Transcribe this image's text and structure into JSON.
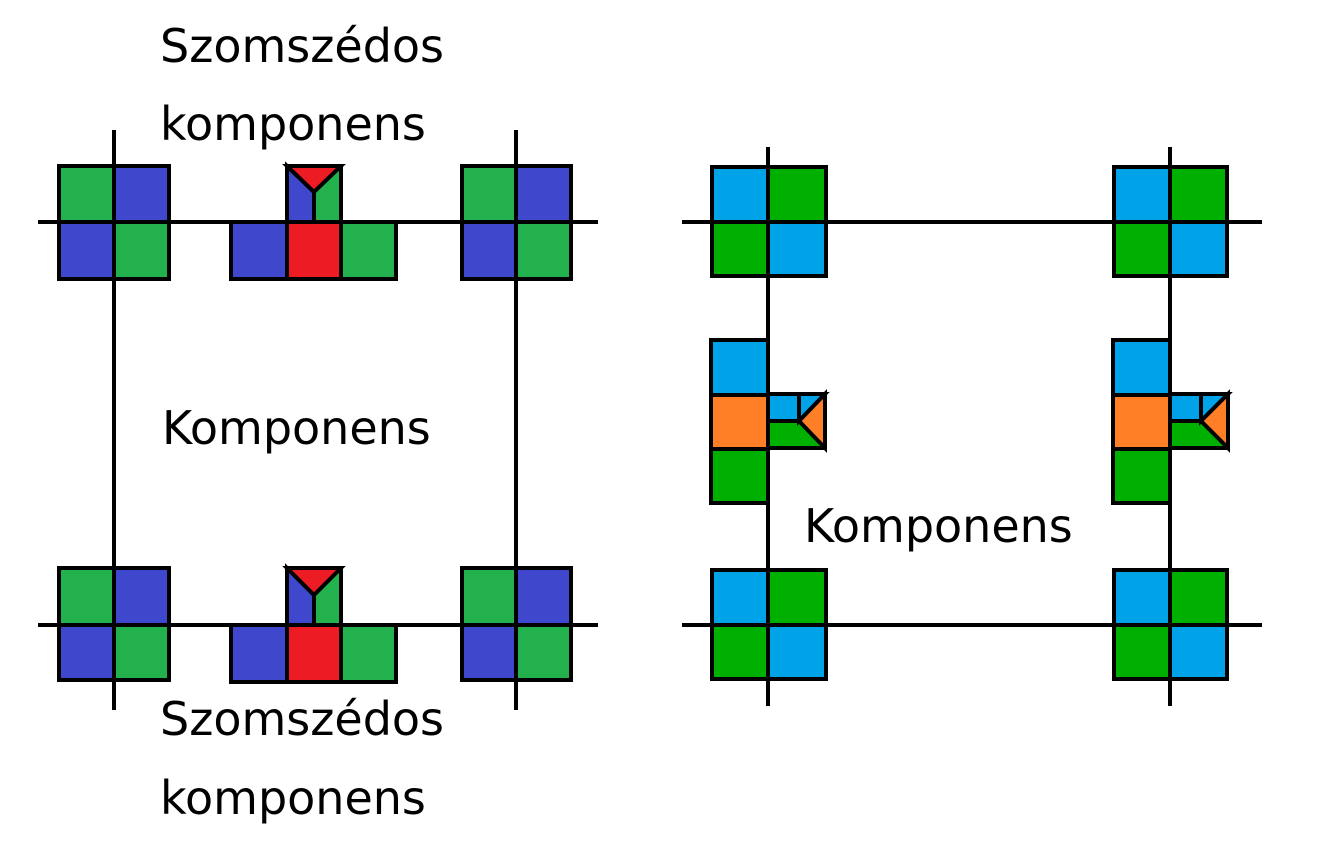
{
  "labels": {
    "top_neighbor": [
      "Szomszédos",
      "komponens"
    ],
    "left_center": "Komponens",
    "bottom_neighbor": [
      "Szomszédos",
      "komponens"
    ],
    "right_center": "Komponens"
  },
  "colors": {
    "blue": "#3f48cc",
    "green_left": "#22b14c",
    "red": "#ed1c24",
    "light_blue": "#00a2e8",
    "green_right": "#00b000",
    "orange": "#ff7f27",
    "line": "#000000"
  }
}
